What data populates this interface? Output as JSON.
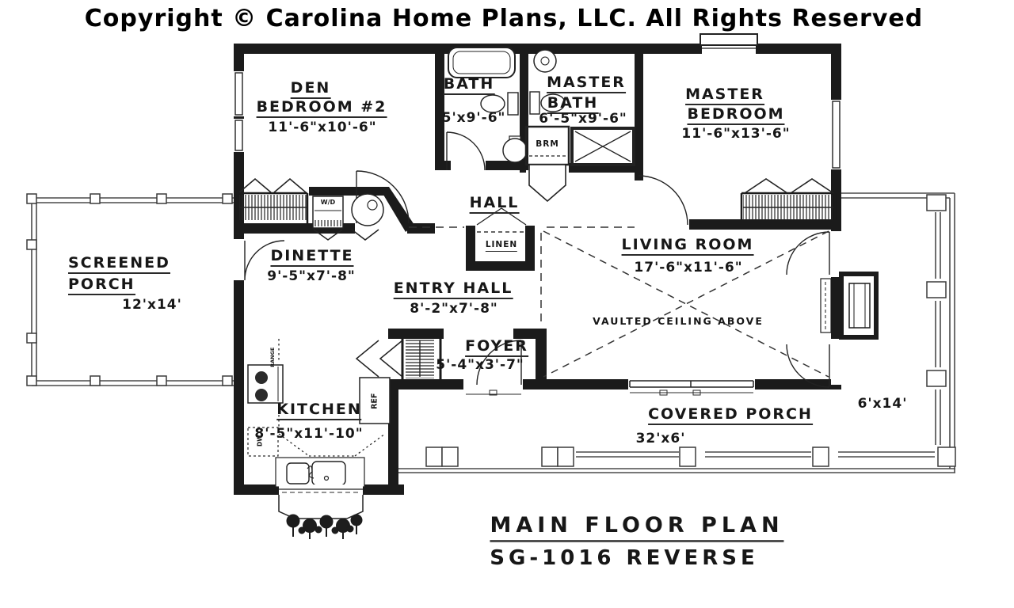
{
  "copyright": "Copyright © Carolina Home Plans, LLC. All Rights Reserved",
  "plan_title": {
    "line1": "MAIN FLOOR PLAN",
    "line2": "SG-1016 REVERSE"
  },
  "rooms": {
    "den": {
      "name1": "DEN",
      "name2": "BEDROOM #2",
      "dims": "11'-6\"x10'-6\""
    },
    "bath": {
      "name": "BATH",
      "dims": "5'x9'-6\""
    },
    "master_bath": {
      "name1": "MASTER",
      "name2": "BATH",
      "dims": "6'-5\"x9'-6\""
    },
    "master_bedroom": {
      "name1": "MASTER",
      "name2": "BEDROOM",
      "dims": "11'-6\"x13'-6\""
    },
    "screened_porch": {
      "name1": "SCREENED",
      "name2": "PORCH",
      "dims": "12'x14'"
    },
    "dinette": {
      "name": "DINETTE",
      "dims": "9'-5\"x7'-8\""
    },
    "hall": {
      "name": "HALL"
    },
    "linen": {
      "name": "LINEN"
    },
    "entry_hall": {
      "name": "ENTRY HALL",
      "dims": "8'-2\"x7'-8\""
    },
    "living_room": {
      "name": "LIVING ROOM",
      "dims": "17'-6\"x11'-6\"",
      "note": "VAULTED CEILING ABOVE"
    },
    "foyer": {
      "name": "FOYER",
      "dims": "5'-4\"x3'-7\""
    },
    "kitchen": {
      "name": "KITCHEN",
      "dims": "8'-5\"x11'-10\""
    },
    "covered_porch": {
      "name": "COVERED PORCH",
      "dims": "32'x6'",
      "side_dims": "6'x14'"
    }
  },
  "fixtures": {
    "washer_dryer": "W/D",
    "broom": "BRM",
    "fridge": "REF",
    "range": "RANGE",
    "dishwasher": "DW"
  },
  "colors": {
    "ink": "#171717",
    "wall": "#1b1b1b",
    "porch_line": "#4a4a4a",
    "background": "#ffffff"
  }
}
